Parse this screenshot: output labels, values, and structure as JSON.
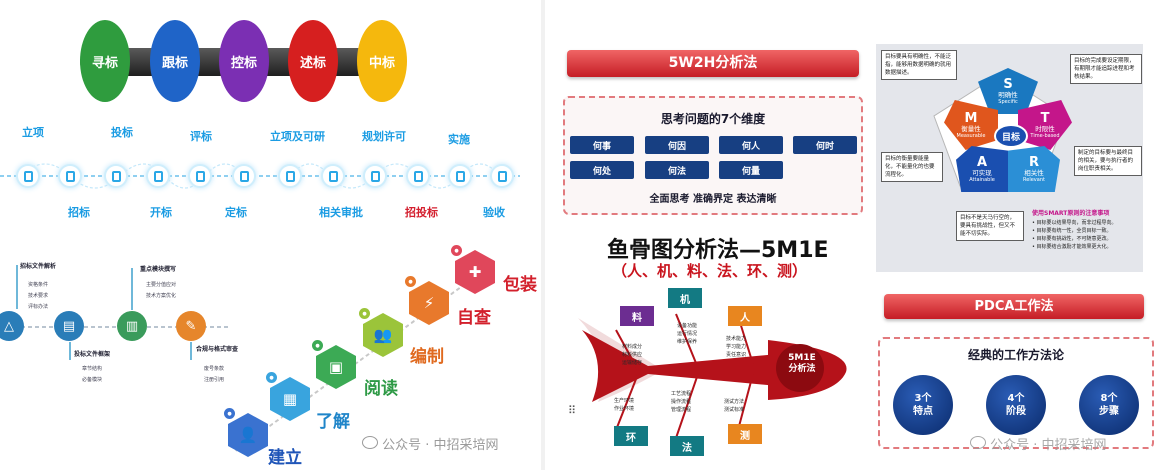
{
  "bid_ovals": [
    {
      "label": "寻标",
      "color": "#2f9c3e"
    },
    {
      "label": "跟标",
      "color": "#1f64c8"
    },
    {
      "label": "控标",
      "color": "#7b2fb3"
    },
    {
      "label": "述标",
      "color": "#d61f1f"
    },
    {
      "label": "中标",
      "color": "#f5b80d"
    }
  ],
  "timeline": {
    "top_labels": [
      "立项",
      "投标",
      "评标",
      "立项及可研",
      "规划许可",
      "实施"
    ],
    "bottom_labels": [
      "招标",
      "开标",
      "定标",
      "相关审批",
      "招投标",
      "验收"
    ]
  },
  "bid_doc": {
    "steps": [
      {
        "title": "招标文件解析",
        "items": [
          "资格条件",
          "技术要求",
          "评标办法"
        ],
        "icon": "flask-icon",
        "color": "#2a7db8"
      },
      {
        "title": "投标文件框架",
        "items": [
          "章节结构",
          "必备模块"
        ],
        "icon": "document-icon",
        "color": "#2a7db8"
      },
      {
        "title": "重点模块撰写",
        "items": [
          "主要分值应对",
          "技术方案优化"
        ],
        "icon": "chart-icon",
        "color": "#3a9b5b"
      },
      {
        "title": "合规与格式审查",
        "items": [
          "废号条款",
          "注册引用"
        ],
        "icon": "pen-icon",
        "color": "#e6862b"
      }
    ]
  },
  "stairs": [
    {
      "label": "建立",
      "color": "#3a72d0",
      "icon": "user-icon"
    },
    {
      "label": "了解",
      "color": "#39a4de",
      "icon": "grid-icon"
    },
    {
      "label": "阅读",
      "color": "#3caa55",
      "icon": "book-icon"
    },
    {
      "label": "编制",
      "color": "#9bc43a",
      "icon": "people-icon"
    },
    {
      "label": "自查",
      "color": "#e8792c",
      "icon": "bolt-icon"
    },
    {
      "label": "包装",
      "color": "#e0475b",
      "icon": "gift-icon"
    }
  ],
  "watermark": "公众号 · 中招采培网",
  "w5h2": {
    "banner": "5W2H分析法",
    "heading": "思考问题的7个维度",
    "items": [
      "何事",
      "何因",
      "何人",
      "何时",
      "何处",
      "何法",
      "何量"
    ],
    "footer": "全面思考 准确界定 表达清晰"
  },
  "fishbone": {
    "title": "鱼骨图分析法—5M1E",
    "subtitle": "（人、机、料、法、环、测）",
    "head": [
      "5M1E",
      "分析法"
    ],
    "top_labels": [
      {
        "label": "料",
        "color": "#6c2d91"
      },
      {
        "label": "机",
        "color": "#137a83"
      },
      {
        "label": "人",
        "color": "#e8861f"
      }
    ],
    "bottom_labels": [
      {
        "label": "环",
        "color": "#137a83"
      },
      {
        "label": "法",
        "color": "#137a83"
      },
      {
        "label": "测",
        "color": "#e8861f"
      }
    ],
    "top_notes": [
      [
        "材料成分",
        "材料供应",
        "运输储存"
      ],
      [
        "设备功能",
        "运行情况",
        "维护保养"
      ],
      [
        "技术能力",
        "学习能力",
        "责任意识"
      ]
    ],
    "bottom_notes": [
      [
        "生产环境",
        "作业环境"
      ],
      [
        "工艺流程",
        "操作流程",
        "管理流程"
      ],
      [
        "测试方法",
        "测试标准"
      ]
    ]
  },
  "smart": {
    "center": "目标",
    "segments": [
      {
        "letter": "S",
        "cn": "明确性",
        "en": "Specific",
        "color": "#1a78c0"
      },
      {
        "letter": "M",
        "cn": "衡量性",
        "en": "Measurable",
        "color": "#e0561d"
      },
      {
        "letter": "T",
        "cn": "时限性",
        "en": "Time-based",
        "color": "#c4168a"
      },
      {
        "letter": "A",
        "cn": "可实现",
        "en": "Attainable",
        "color": "#1a4fb0"
      },
      {
        "letter": "R",
        "cn": "相关性",
        "en": "Relevant",
        "color": "#2b8fd6"
      }
    ],
    "notes": {
      "s": "目标要具有明确性，不能泛指，能够用数据明确的就用数据描述。",
      "t": "目标的完成要设定期限，有期限才能追踪进程和考核结果。",
      "m": "目标的衡量要能量化，不能量化的也要流程化。",
      "r": "制定的目标要与最终目的相关，要与执行者的岗位职责相关。",
      "a": "目标不是天马行空的，要具有挑战性，但又不能不切实际。"
    },
    "tips_title": "使用SMART原则的注意事项",
    "tips": [
      "目标要以结果导向，而非过程导向。",
      "目标要有统一性，全员目标一致。",
      "目标要有挑战性，不可随意更改。",
      "目标要结合激励才能效果更大化。"
    ]
  },
  "pdca": {
    "banner": "PDCA工作法",
    "heading": "经典的工作方法论",
    "circles": [
      {
        "num": "3个",
        "word": "特点"
      },
      {
        "num": "4个",
        "word": "阶段"
      },
      {
        "num": "8个",
        "word": "步骤"
      }
    ]
  }
}
